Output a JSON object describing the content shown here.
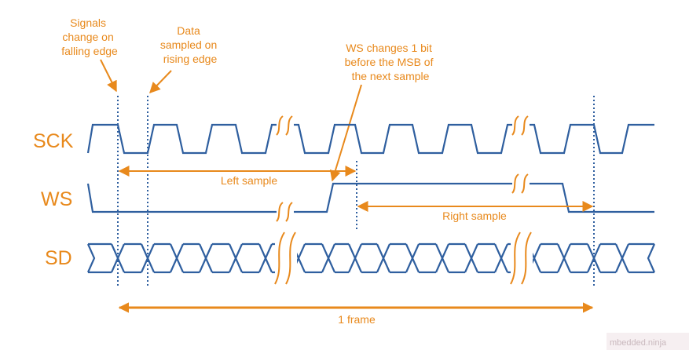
{
  "colors": {
    "signal": "#2f5f9f",
    "annotation": "#e8891c",
    "watermark_bg": "#f6eff1",
    "watermark_text": "#c9b8bd"
  },
  "signals": {
    "sck": "SCK",
    "ws": "WS",
    "sd": "SD"
  },
  "annotations": {
    "falling_edge": [
      "Signals",
      "change on",
      "falling edge"
    ],
    "rising_edge": [
      "Data",
      "sampled on",
      "rising edge"
    ],
    "ws_change": [
      "WS changes 1 bit",
      "before the MSB of",
      "the next sample"
    ],
    "left_sample": "Left sample",
    "right_sample": "Right sample",
    "frame": "1 frame"
  },
  "watermark": "mbedded.ninja"
}
